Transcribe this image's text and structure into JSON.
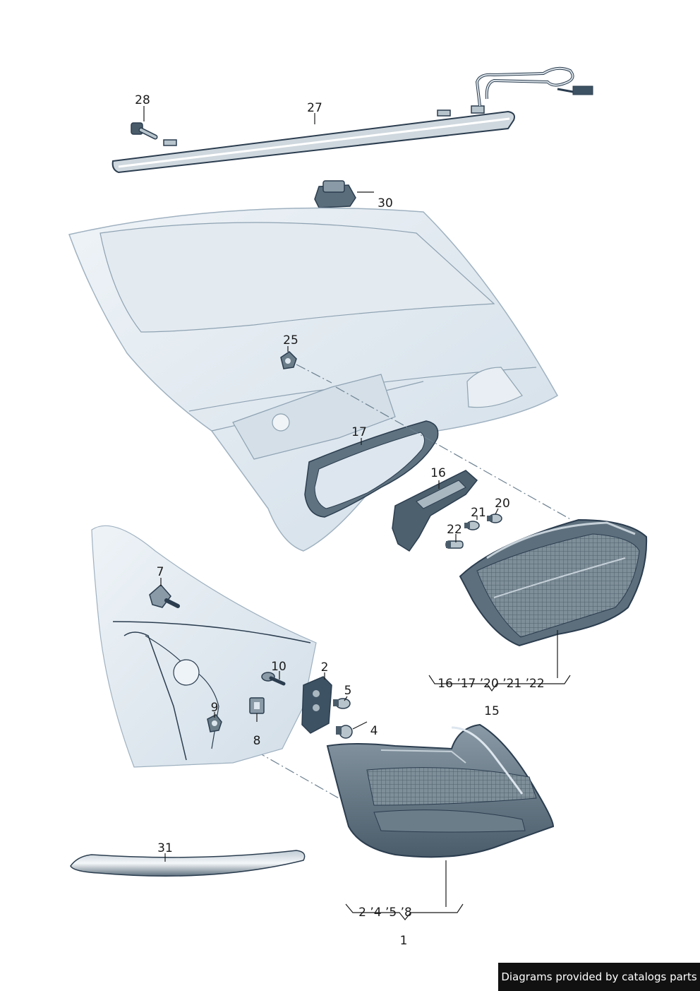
{
  "diagram": {
    "callouts": [
      {
        "id": "c28",
        "text": "28"
      },
      {
        "id": "c27",
        "text": "27"
      },
      {
        "id": "c30",
        "text": "30"
      },
      {
        "id": "c25",
        "text": "25"
      },
      {
        "id": "c17",
        "text": "17"
      },
      {
        "id": "c16",
        "text": "16"
      },
      {
        "id": "c21",
        "text": "21"
      },
      {
        "id": "c20",
        "text": "20"
      },
      {
        "id": "c22",
        "text": "22"
      },
      {
        "id": "c7",
        "text": "7"
      },
      {
        "id": "c10",
        "text": "10"
      },
      {
        "id": "c2",
        "text": "2"
      },
      {
        "id": "c5",
        "text": "5"
      },
      {
        "id": "c4",
        "text": "4"
      },
      {
        "id": "c9",
        "text": "9"
      },
      {
        "id": "c8",
        "text": "8"
      },
      {
        "id": "c31",
        "text": "31"
      }
    ],
    "groups": [
      {
        "id": "g15",
        "members": "16 ’17 ’20 ’21 ’22",
        "assembly": "15"
      },
      {
        "id": "g1",
        "members": "2 ’4 ’5 ’8",
        "assembly": "1"
      }
    ]
  },
  "footer": {
    "credit": "Diagrams provided by catalogs parts"
  },
  "colors": {
    "fill": "#dde6ee",
    "stroke": "#2b3d4f",
    "dark": "#3d5263",
    "label": "#1a1a1a",
    "creditBg": "#111111"
  }
}
